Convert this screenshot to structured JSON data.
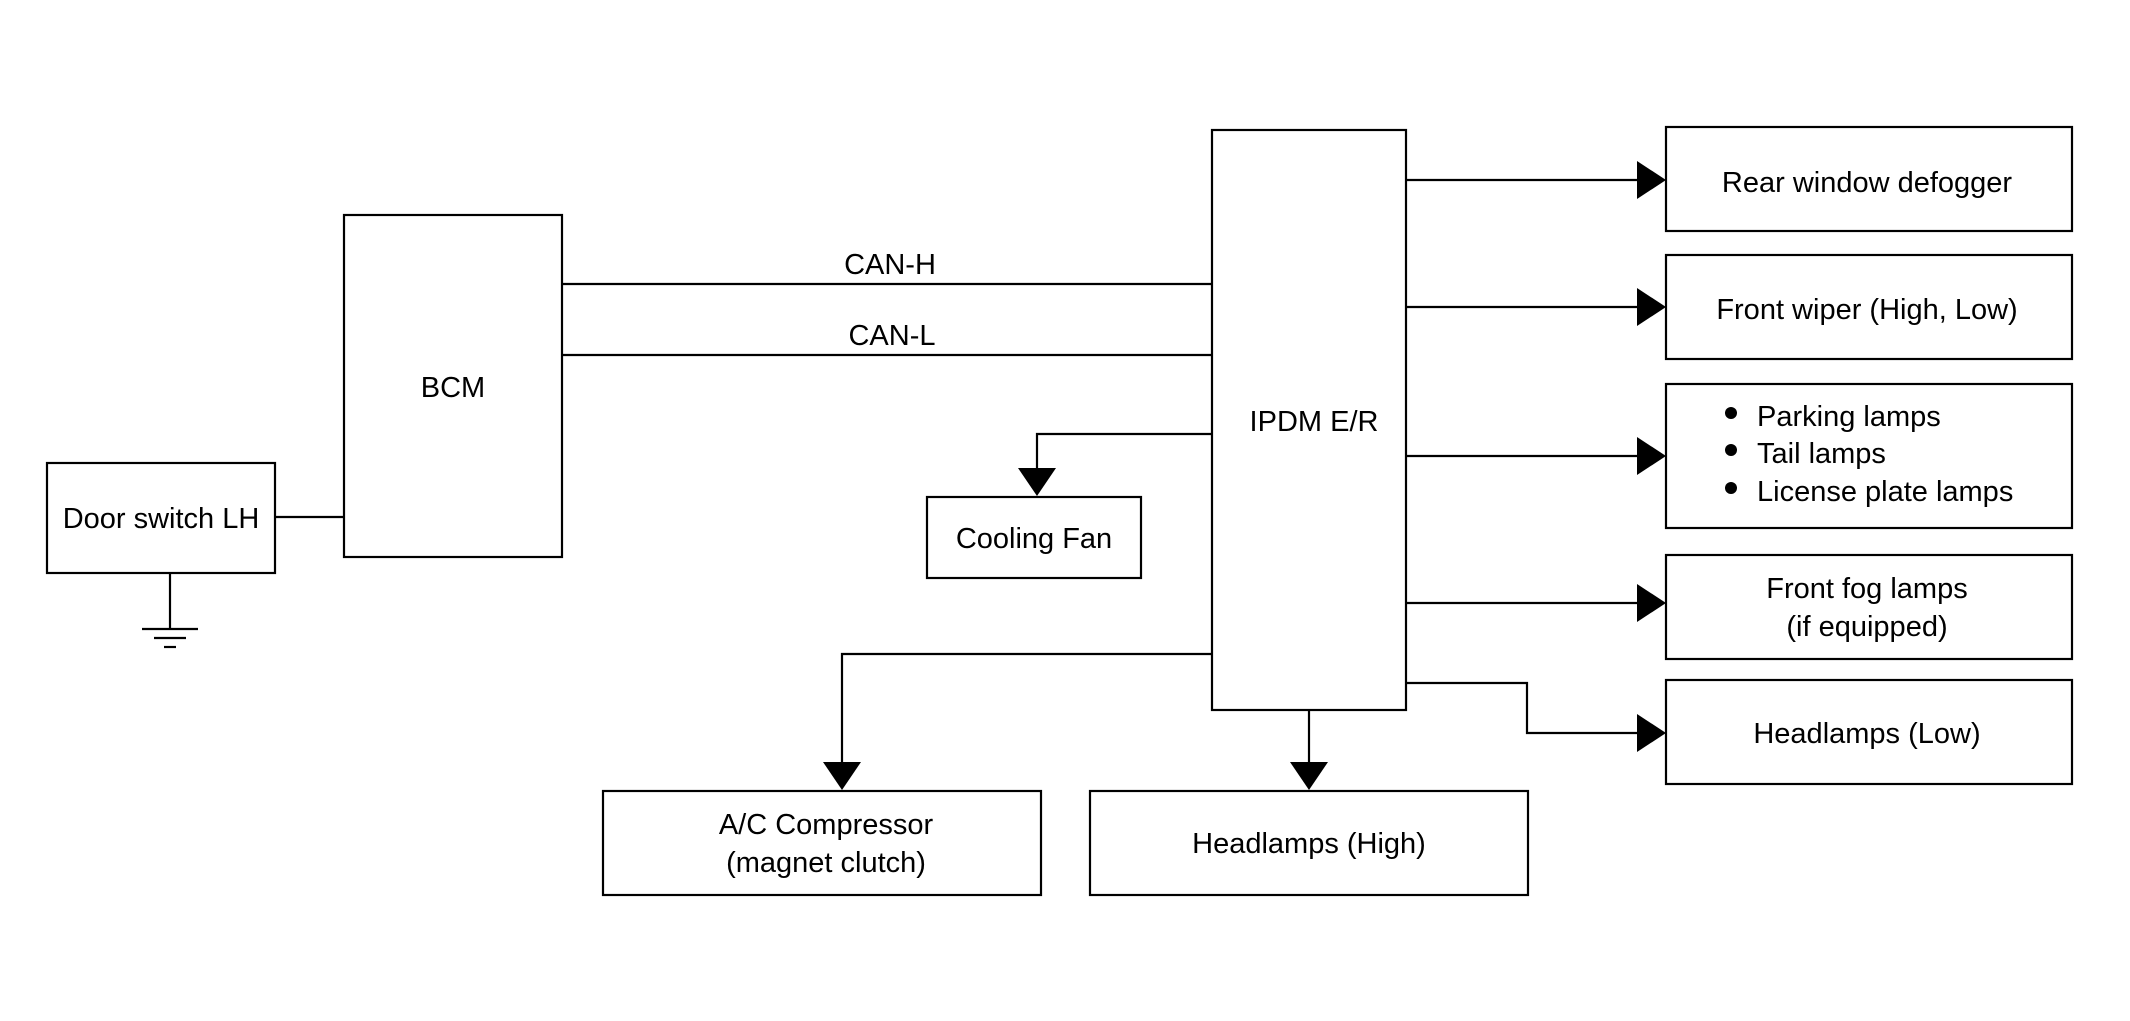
{
  "diagram": {
    "blocks": {
      "door_switch": "Door switch LH",
      "bcm": "BCM",
      "ipdm": "IPDM E/R",
      "cooling_fan": "Cooling Fan",
      "ac_compressor": [
        "A/C Compressor",
        "(magnet clutch)"
      ],
      "headlamps_high": "Headlamps (High)",
      "rear_defogger": "Rear window defogger",
      "front_wiper": "Front wiper (High, Low)",
      "lamps_group": [
        "Parking lamps",
        "Tail lamps",
        "License plate lamps"
      ],
      "front_fog": [
        "Front fog lamps",
        "(if equipped)"
      ],
      "headlamps_low": "Headlamps (Low)"
    },
    "signals": {
      "can_h": "CAN-H",
      "can_l": "CAN-L"
    }
  }
}
